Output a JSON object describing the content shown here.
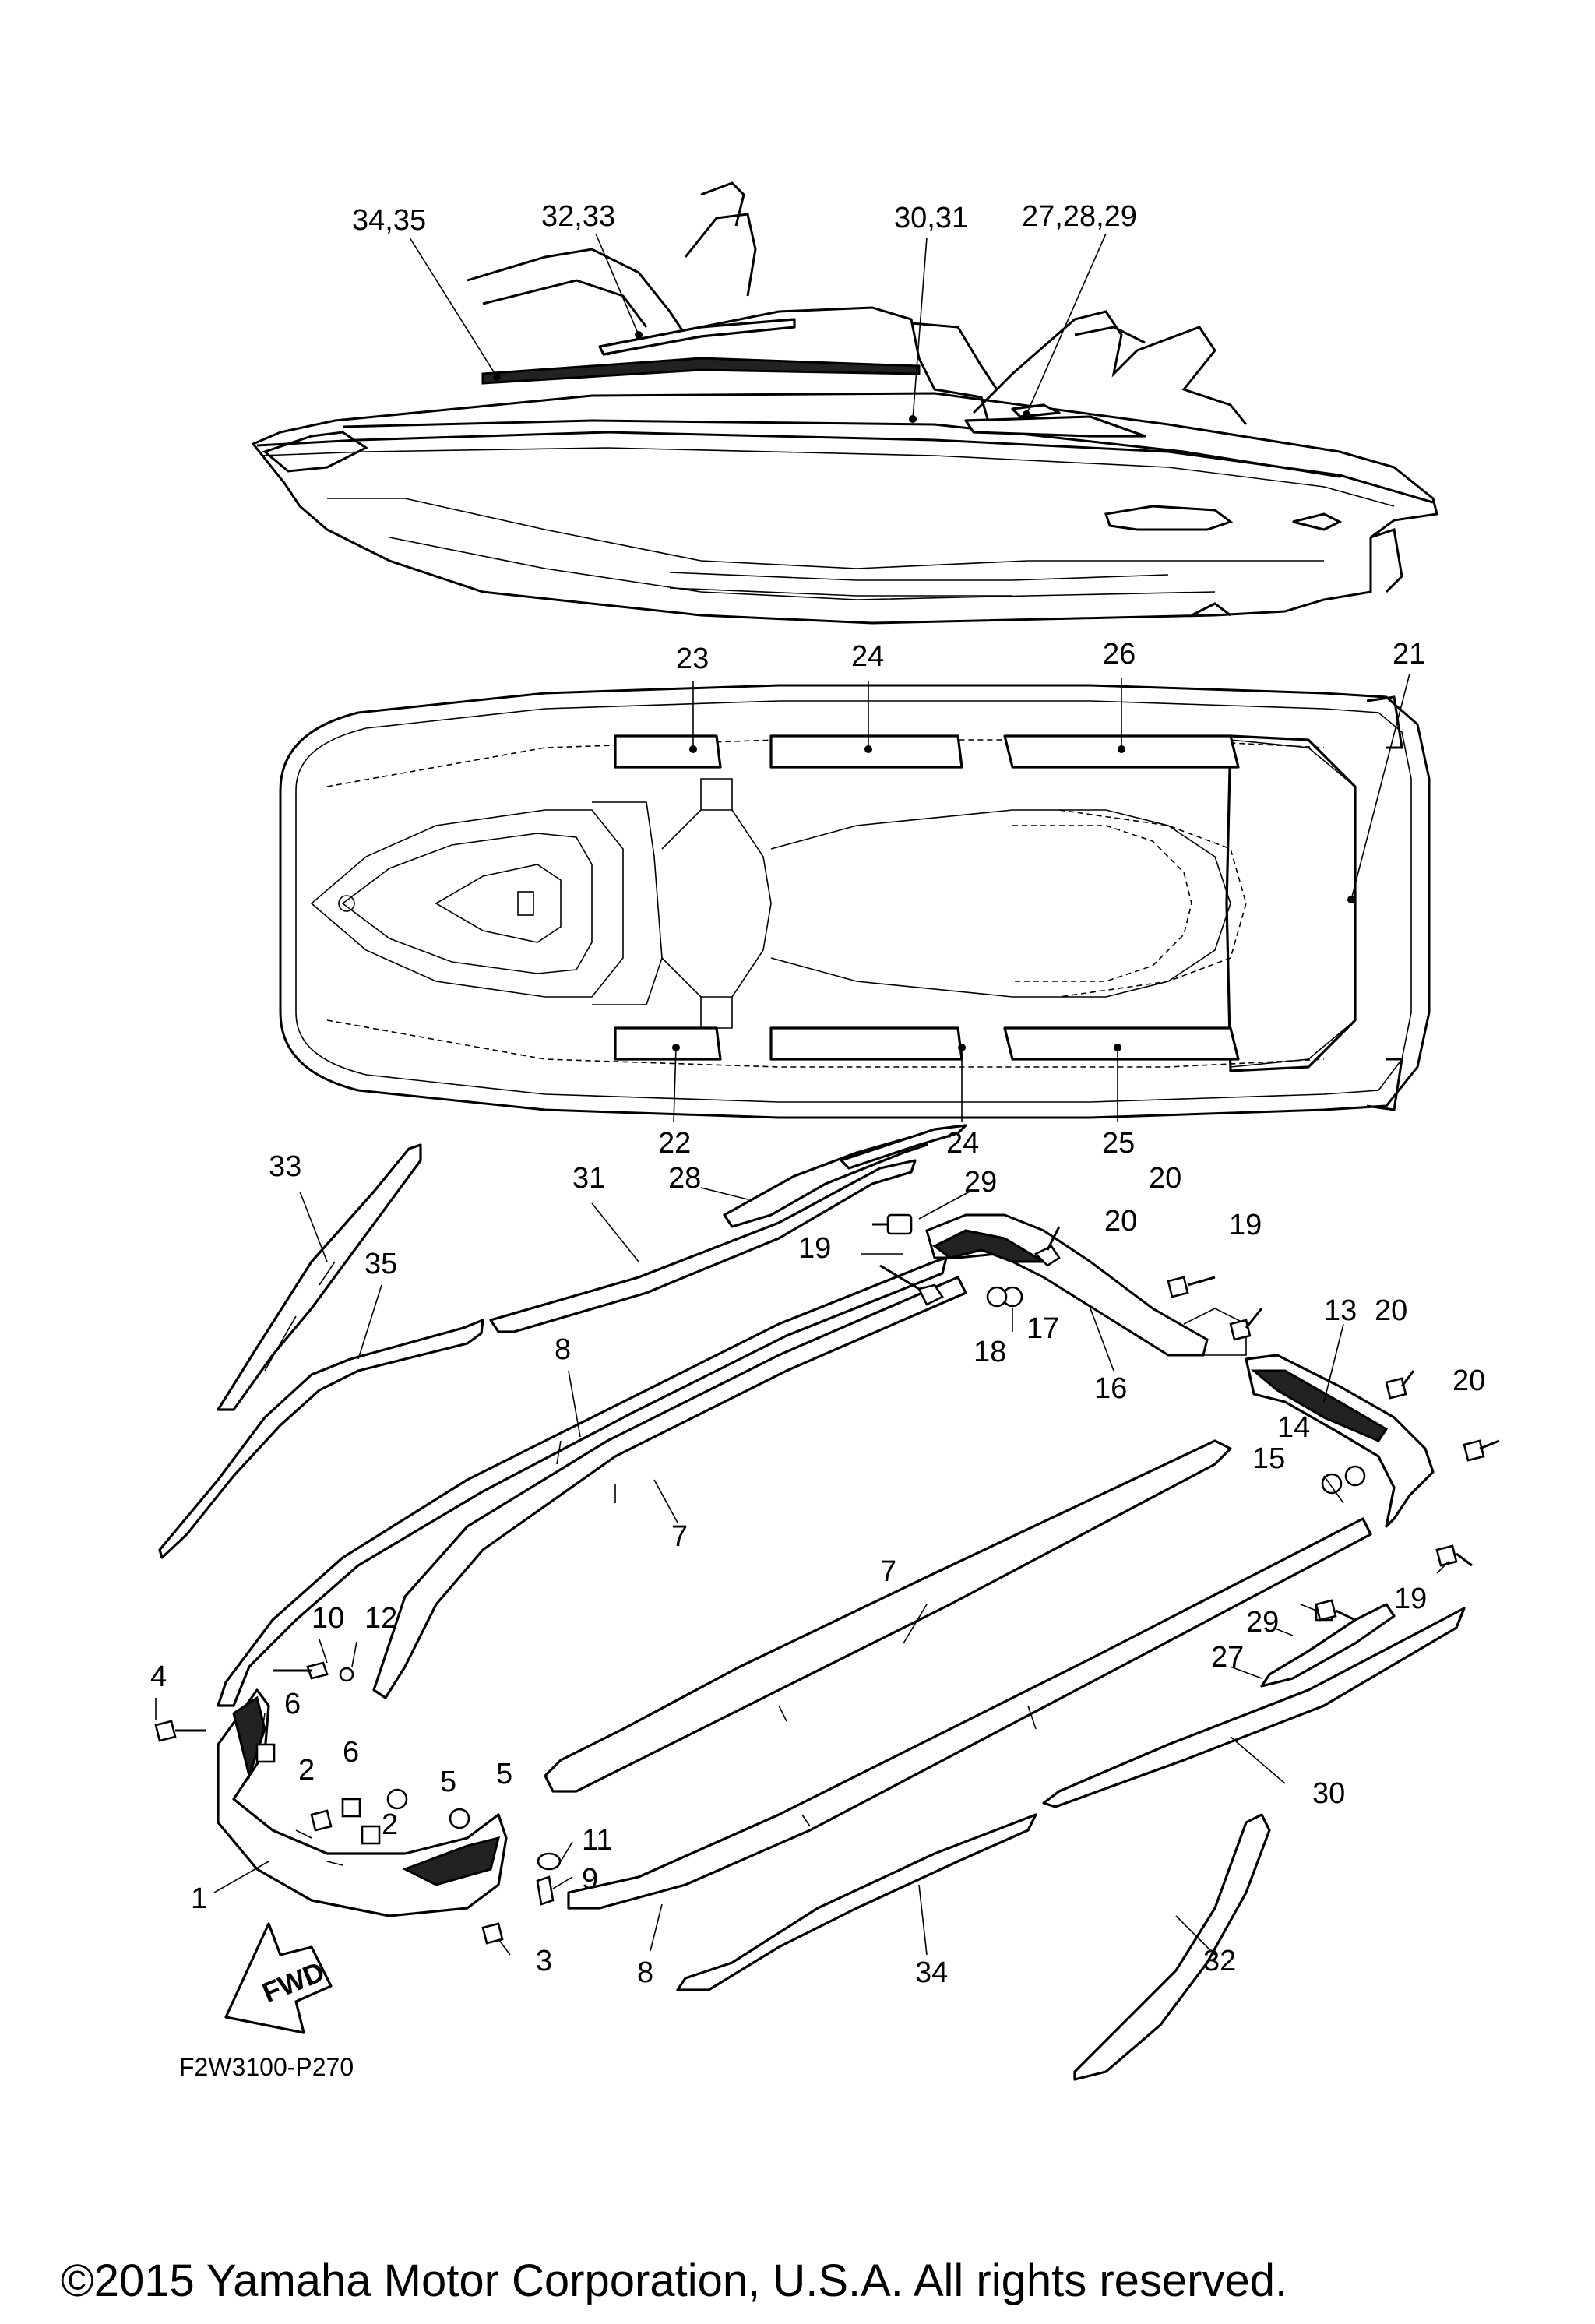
{
  "diagram": {
    "drawing_code": "F2W3100-P270",
    "copyright": "©2015 Yamaha Motor Corporation, U.S.A. All rights reserved.",
    "fwd_arrow_text": "FWD",
    "side_view_callouts": [
      "34,35",
      "32,33",
      "30,31",
      "27,28,29"
    ],
    "top_view_callouts": [
      "23",
      "24",
      "26",
      "21",
      "22",
      "24",
      "25"
    ],
    "exploded_callouts": [
      "33",
      "31",
      "28",
      "29",
      "20",
      "20",
      "19",
      "19",
      "35",
      "18",
      "17",
      "16",
      "13",
      "20",
      "20",
      "8",
      "14",
      "15",
      "7",
      "19",
      "7",
      "10",
      "12",
      "29",
      "4",
      "6",
      "27",
      "2",
      "6",
      "5",
      "5",
      "30",
      "2",
      "11",
      "9",
      "1",
      "3",
      "8",
      "34",
      "32"
    ]
  }
}
